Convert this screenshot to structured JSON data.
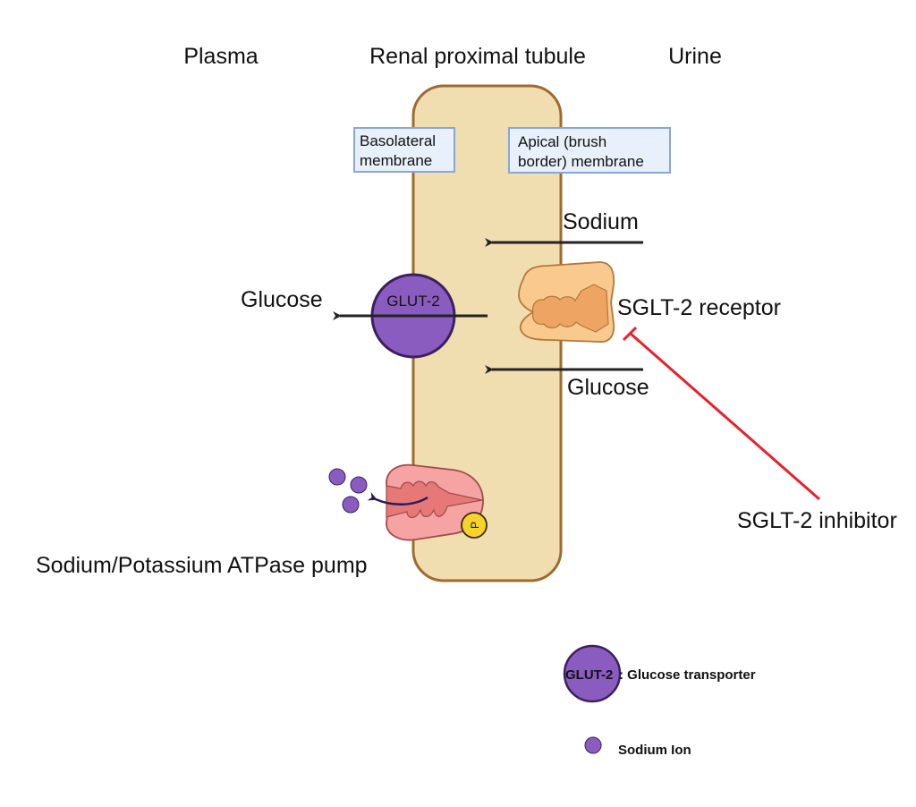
{
  "regions": {
    "plasma": "Plasma",
    "tubule": "Renal proximal tubule",
    "urine": "Urine"
  },
  "membranes": {
    "basolateral": [
      "Basolateral",
      "membrane"
    ],
    "apical": [
      "Apical (brush",
      "border) membrane"
    ]
  },
  "labels": {
    "sodium": "Sodium",
    "glucose_in": "Glucose",
    "glucose_out": "Glucose",
    "sglt2": "SGLT-2 receptor",
    "inhibitor": "SGLT-2 inhibitor",
    "glut2": "GLUT-2",
    "pump": "Sodium/Potassium ATPase pump",
    "phosphate": "P"
  },
  "legend": {
    "items": [
      {
        "symbol": "GLUT-2",
        "text": ": Glucose transporter"
      },
      {
        "symbol": "",
        "text": "Sodium Ion"
      }
    ]
  },
  "colors": {
    "tubule_fill": "#f0deb0",
    "tubule_stroke": "#a06a2c",
    "box_fill": "#e8f0fb",
    "box_stroke": "#8aa6d6",
    "glut_fill": "#8b5cc0",
    "glut_stroke": "#3b1f5e",
    "sglt_fill": "#f9c98e",
    "sglt_inner": "#eea462",
    "sglt_stroke": "#b5763c",
    "pump_fill": "#f5a3a3",
    "pump_inner": "#e67878",
    "pump_stroke": "#a14a4a",
    "phosphate_fill": "#f5d32a",
    "inhibitor": "#e8202a",
    "arrow": "#222222",
    "pump_arrow": "#2a1a5a"
  }
}
